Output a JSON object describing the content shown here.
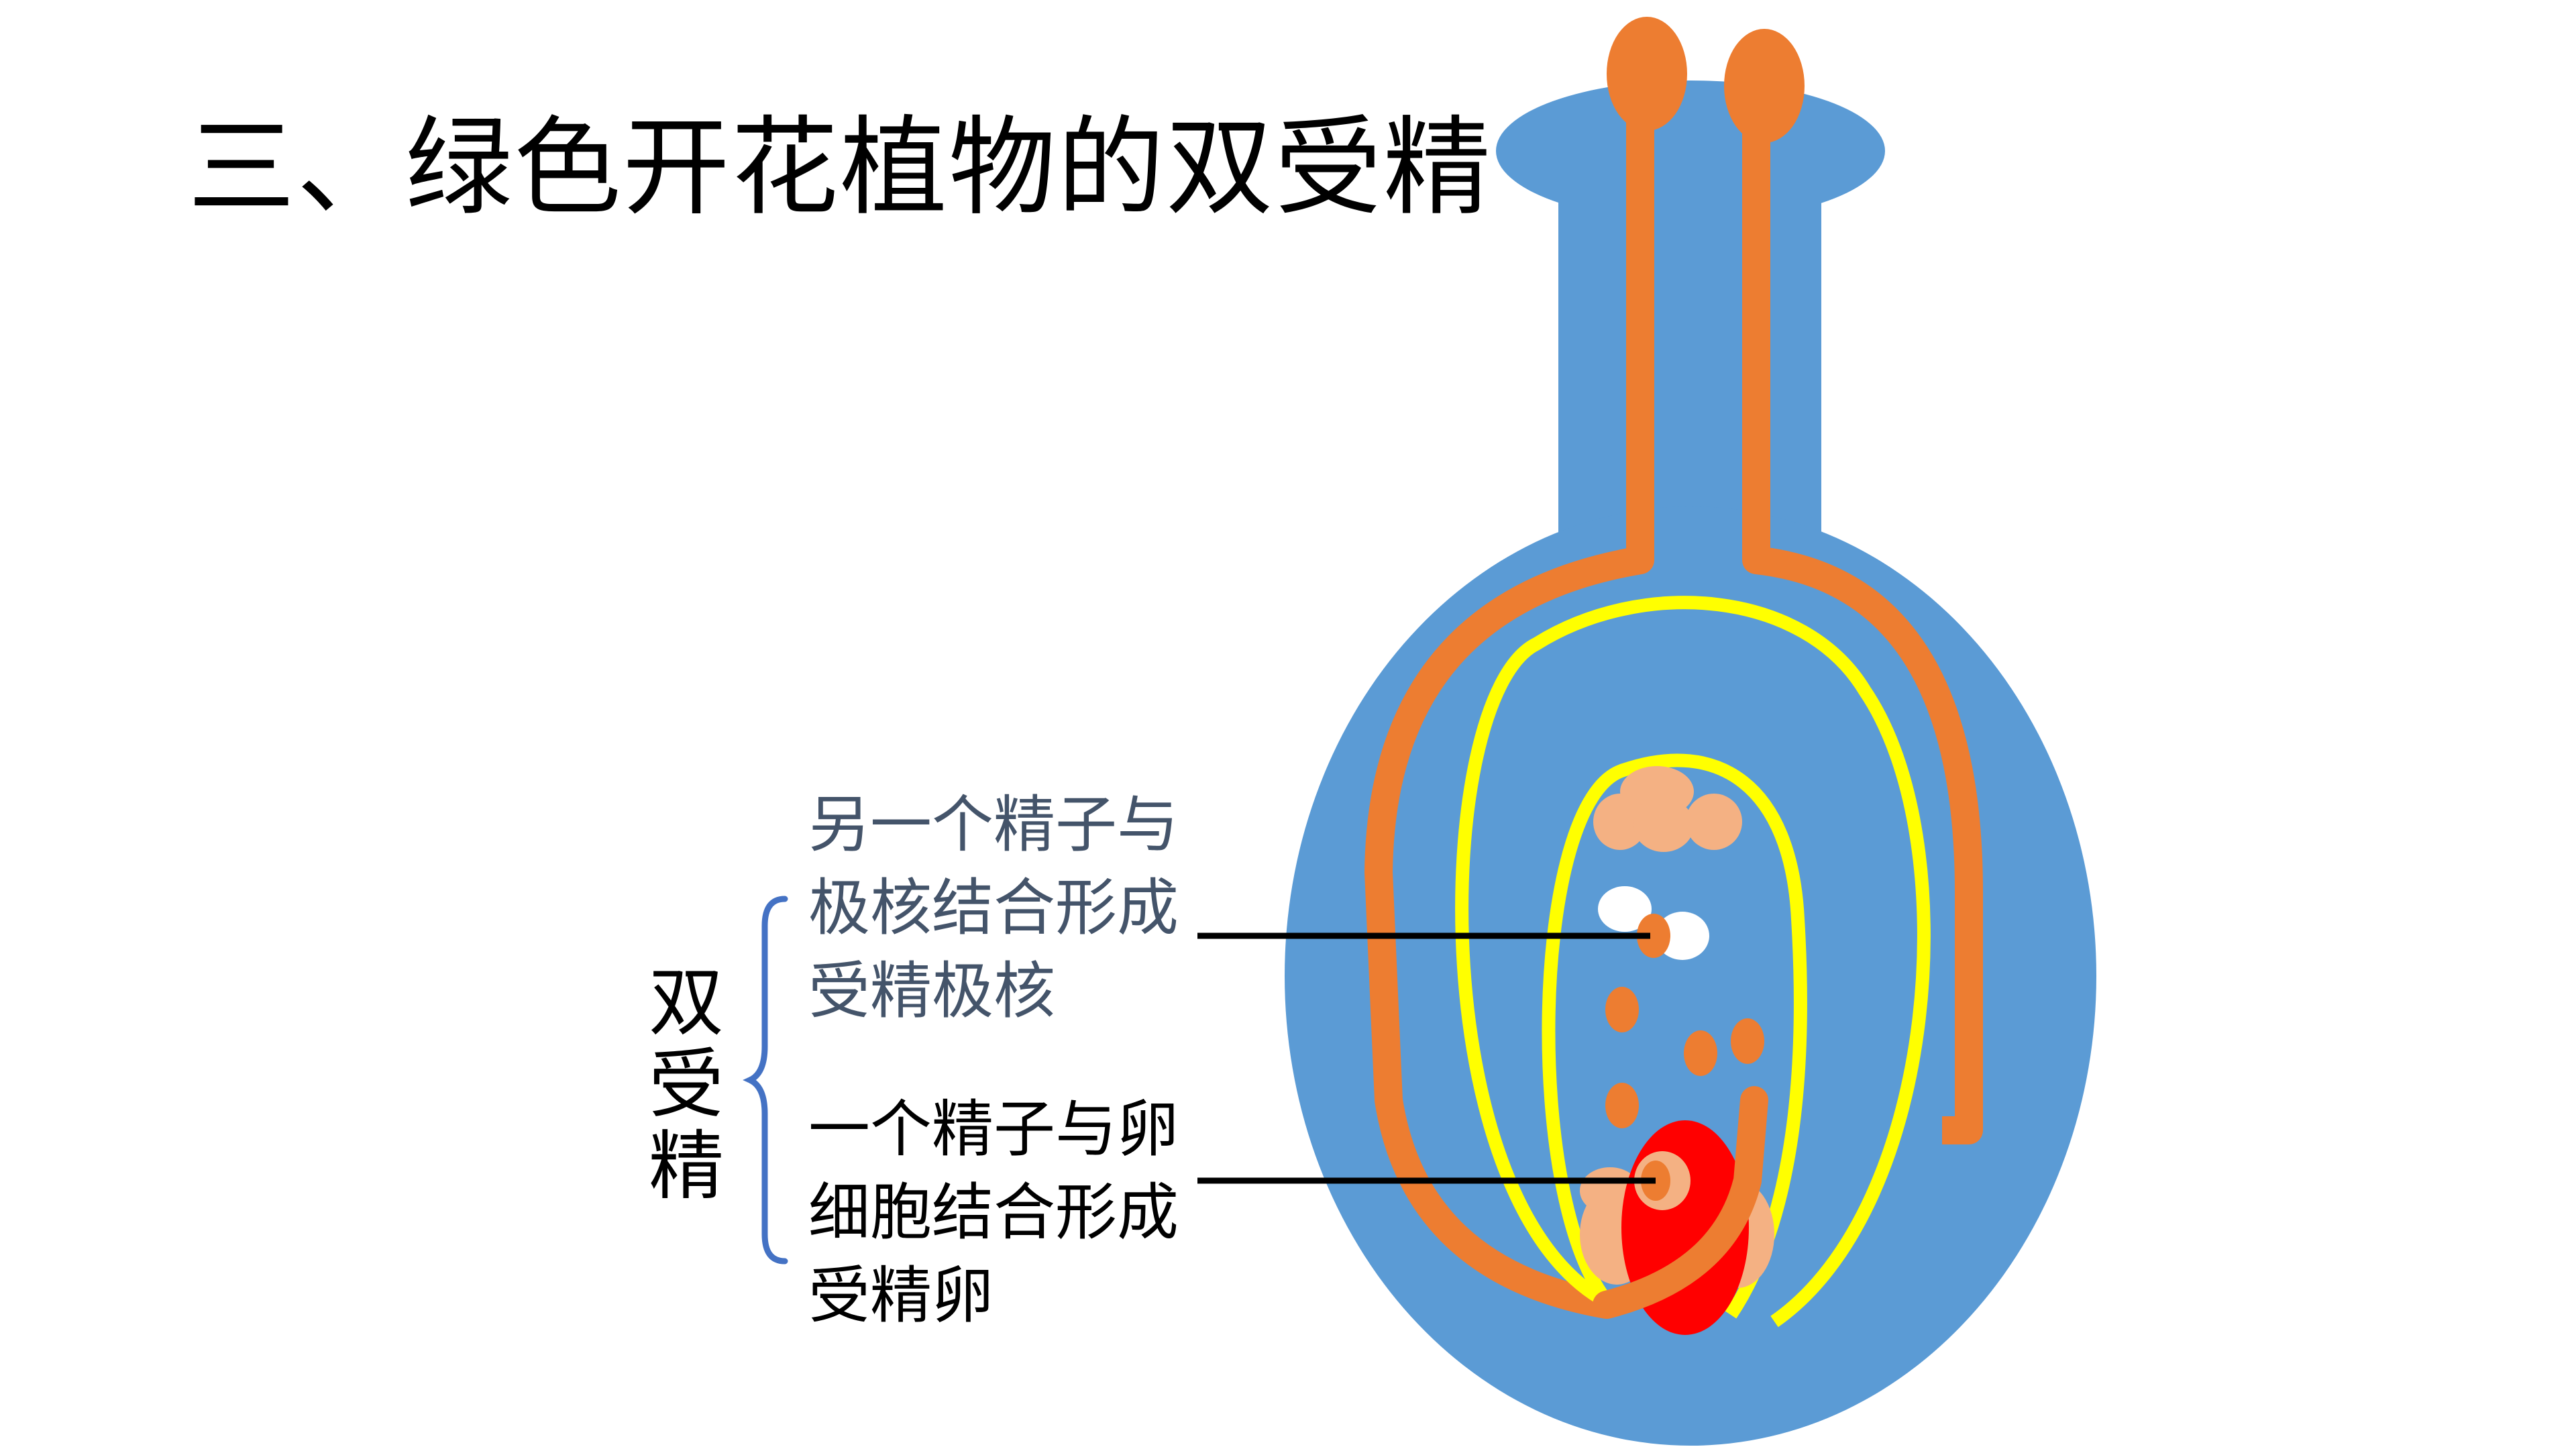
{
  "slide": {
    "title": "三、绿色开花植物的双受精"
  },
  "annotations": {
    "double_fertilization_label": [
      "双",
      "受",
      "精"
    ],
    "endosperm_label": [
      "另一个精子与",
      "极核结合形成",
      "受精极核"
    ],
    "egg_label": [
      "一个精子与卵",
      "细胞结合形成",
      "受精卵"
    ]
  },
  "colors": {
    "pistil_body": "#5b9bd5",
    "pollen_tube": "#ed7d31",
    "embryo_sac_outline": "#ffff00",
    "egg_cell": "#ff0000",
    "synergid_antipodal": "#f4b183",
    "polar_nuclei": "#ffffff",
    "endosperm_text": "#44546a",
    "brace": "#4472c4"
  },
  "icons": {
    "pollen_grain": "pollen-grain-icon",
    "brace": "curly-brace-icon"
  }
}
